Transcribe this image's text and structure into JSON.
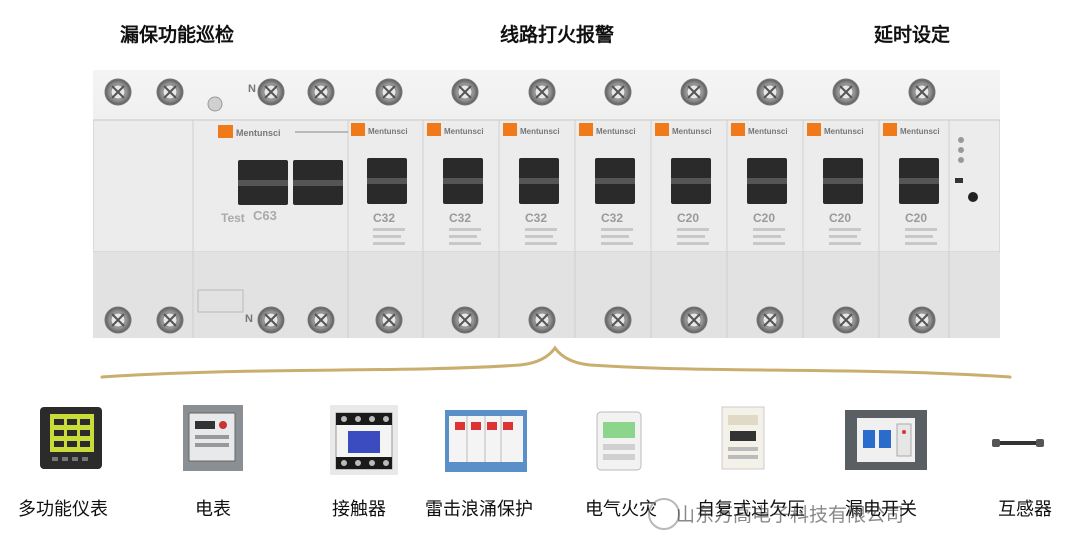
{
  "headers": {
    "left": "漏保功能巡检",
    "center": "线路打火报警",
    "right": "延时设定"
  },
  "device": {
    "brand": "Mentunsci",
    "neutral_marks": [
      "N",
      "N"
    ],
    "main_breaker": {
      "rating": "C63",
      "test_label": "Test"
    },
    "breakers": [
      {
        "rating": "C32"
      },
      {
        "rating": "C32"
      },
      {
        "rating": "C32"
      },
      {
        "rating": "C32"
      },
      {
        "rating": "C20"
      },
      {
        "rating": "C20"
      },
      {
        "rating": "C20"
      },
      {
        "rating": "C20"
      }
    ]
  },
  "peripherals": [
    {
      "label": "多功能仪表",
      "icon": "multifunction-meter-icon"
    },
    {
      "label": "电表",
      "icon": "electric-meter-icon"
    },
    {
      "label": "接触器",
      "icon": "contactor-icon"
    },
    {
      "label": "雷击浪涌保护",
      "icon": "surge-protector-icon"
    },
    {
      "label": "电气火灾",
      "icon": "fire-monitor-icon"
    },
    {
      "label": "自复式过欠压",
      "icon": "voltage-protector-icon"
    },
    {
      "label": "漏电开关",
      "icon": "rcd-switch-icon"
    },
    {
      "label": "互感器",
      "icon": "current-transformer-icon"
    }
  ],
  "watermark": "山东万高电子科技有限公司"
}
